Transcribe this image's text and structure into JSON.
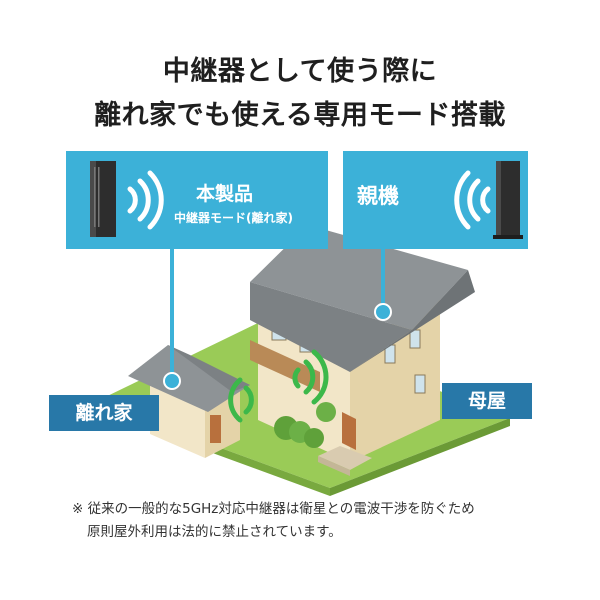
{
  "headline": {
    "line1": "中継器として使う際に",
    "line2": "離れ家でも使える専用モード搭載"
  },
  "product_box": {
    "title": "本製品",
    "subtitle": "中継器モード(離れ家)"
  },
  "parent_box": {
    "title": "親機"
  },
  "labels": {
    "annex": "離れ家",
    "main_house": "母屋"
  },
  "footnote": {
    "line1": "※ 従来の一般的な5GHz対応中継器は衛星との電波干渉を防ぐため",
    "line2": "原則屋外利用は法的に禁止されています。"
  },
  "colors": {
    "callout_box": "#3cb1d8",
    "label_box": "#2878a8",
    "lawn": "#9acb57",
    "wave": "#3cb84a"
  }
}
